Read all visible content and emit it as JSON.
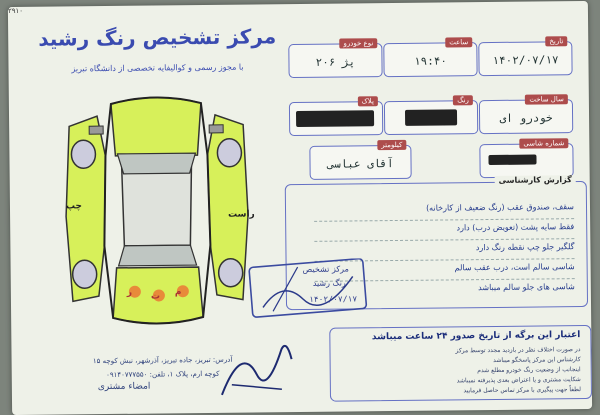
{
  "header": {
    "scan_marker": "۲۹۱۰",
    "title": "مرکز تشخیص رنگ رشید",
    "subtitle": "با مجوز رسمی و کوالیفایه تخصصی از دانشگاه تبریز"
  },
  "fields": {
    "tarikh": {
      "label": "تاریخ",
      "value": "۱۴۰۲/۰۷/۱۷"
    },
    "saat": {
      "label": "ساعت",
      "value": "۱۹:۴۰"
    },
    "no_khodro": {
      "label": "نوع خودرو",
      "value": "پژ ۲۰۶"
    },
    "sal_sakht": {
      "label": "سال ساخت",
      "value": "خودرو ای"
    },
    "rang": {
      "label": "رنگ",
      "value": ""
    },
    "pelak": {
      "label": "پلاک",
      "value": ""
    },
    "shomare_shasi": {
      "label": "شماره شاسی",
      "value": ""
    },
    "kilometr": {
      "label": "کیلومتر",
      "value": "آقای عباسی"
    }
  },
  "report": {
    "heading": "گزارش کارشناسی",
    "lines": [
      "سقف، صندوق عقب (رنگ ضعیف از کارخانه)",
      "فقط سایه پشت (تعویض درب) دارد",
      "گلگیر جلو چپ نقطه رنگ دارد",
      "شاسی سالم است، درب عقب سالم",
      "شاسی های جلو سالم میباشد"
    ]
  },
  "warning": {
    "heading": "اعتبار این برگه از تاریخ صدور ۲۴ ساعت میباشد",
    "lines": [
      "در صورت اختلاف نظر در بازدید مجدد توسط مرکز",
      "کارشناس این مرکز پاسخگو میباشد",
      "اینجانب از وضعیت رنگ خودرو مطلع شدم",
      "شکایت مشتری و یا اعتراض بعدی پذیرفته نمیباشد",
      "لطفاً جهت پیگیری با مرکز تماس حاصل فرمایید"
    ]
  },
  "address": {
    "line1": "آدرس: تبریز، جاده تبریز، آذرشهر، نبش کوچه ۱۵",
    "line2": "کوچه ارم، پلاک ۱، تلفن: ۰۹۱۴۰۷۷۷۵۵۰"
  },
  "signature_label": "امضاء مشتری",
  "stamp": {
    "text1": "مرکز تشخیص",
    "text2": "رنگ رشید",
    "text3": "۱۴۰۲/۰۷/۱۷"
  },
  "diagram": {
    "side_labels": [
      "راست",
      "چپ"
    ],
    "marks": [
      "ر",
      "ت",
      "م"
    ]
  }
}
